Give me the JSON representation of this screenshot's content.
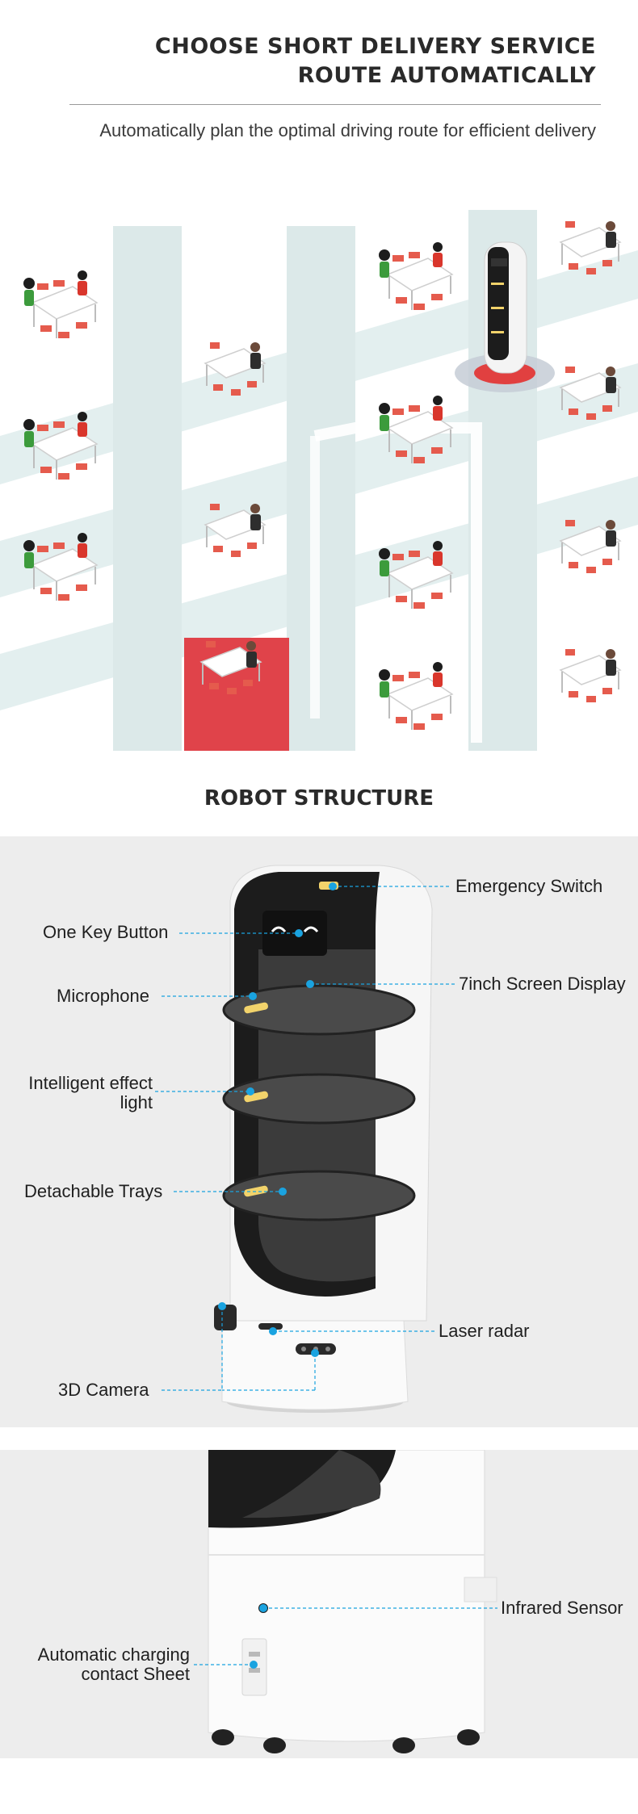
{
  "header": {
    "title_line1": "CHOOSE SHORT DELIVERY SERVICE",
    "title_line2": "ROUTE AUTOMATICALLY",
    "subtitle": "Automatically plan the optimal driving route for efficient delivery"
  },
  "structure": {
    "title": "ROBOT STRUCTURE",
    "labels": {
      "emergency_switch": "Emergency Switch",
      "one_key_button": "One Key Button",
      "screen_display": "7inch Screen Display",
      "microphone": "Microphone",
      "light_line1": "Intelligent effect",
      "light_line2": "light",
      "trays": "Detachable Trays",
      "laser_radar": "Laser radar",
      "camera": "3D Camera",
      "infrared": "Infrared Sensor",
      "charging_line1": "Automatic charging",
      "charging_line2": "contact Sheet"
    }
  },
  "colors": {
    "accent_red": "#e84a4a",
    "callout_blue": "#1aa3e0",
    "panel_bg": "#ededed",
    "robot_black": "#1c1c1c"
  }
}
